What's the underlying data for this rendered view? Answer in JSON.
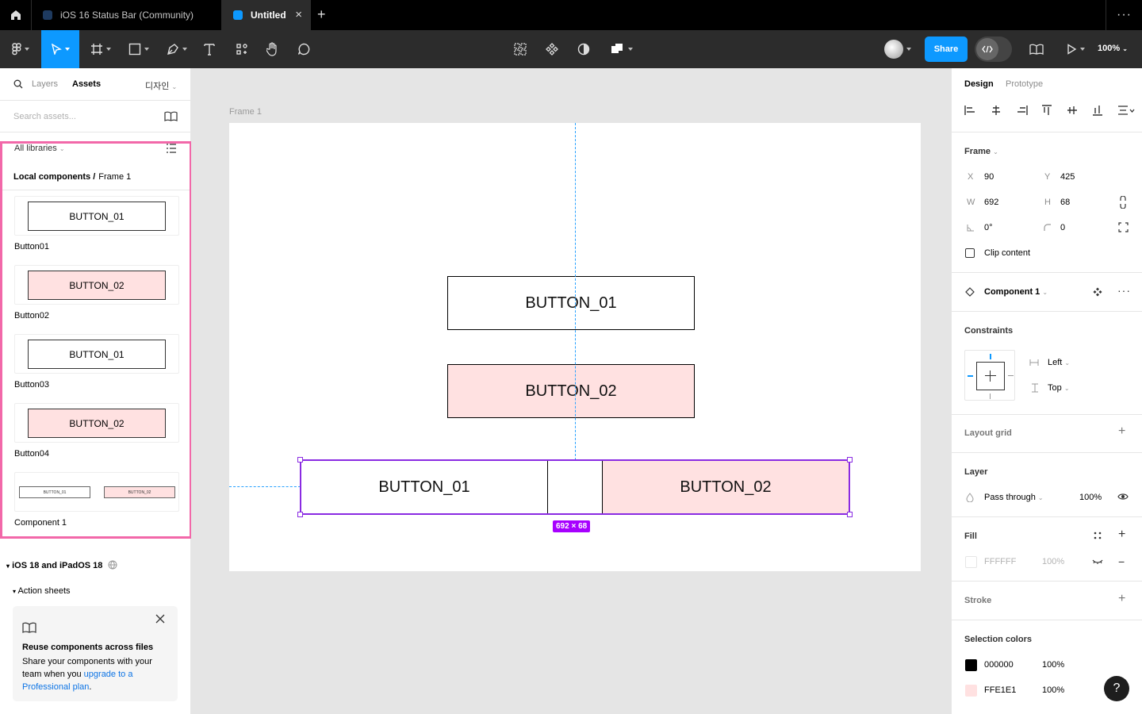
{
  "tabs": [
    {
      "label": "iOS 16 Status Bar (Community)",
      "active": false
    },
    {
      "label": "Untitled",
      "active": true
    }
  ],
  "toolbar": {
    "share_label": "Share",
    "zoom": "100%"
  },
  "left_panel": {
    "tab_layers": "Layers",
    "tab_assets": "Assets",
    "design_mode": "디자인",
    "search_placeholder": "Search assets...",
    "libraries_filter": "All libraries",
    "section_title": "Local components /",
    "section_path": "Frame 1",
    "components": [
      {
        "name": "Button01",
        "preview": "BUTTON_01",
        "color": "#ffffff"
      },
      {
        "name": "Button02",
        "preview": "BUTTON_02",
        "color": "#ffe1e1"
      },
      {
        "name": "Button03",
        "preview": "BUTTON_01",
        "color": "#ffffff"
      },
      {
        "name": "Button04",
        "preview": "BUTTON_02",
        "color": "#ffe1e1"
      }
    ],
    "component1": {
      "name": "Component 1",
      "mini_a": "BUTTON_01",
      "mini_b": "BUTTON_02"
    },
    "library_section": "iOS 18 and iPadOS 18",
    "library_subsection": "Action sheets",
    "promo": {
      "title": "Reuse components across files",
      "body": "Share your components with your team when you",
      "link": "upgrade to a Professional plan",
      "tail": "."
    }
  },
  "canvas": {
    "frame_label": "Frame 1",
    "button_01": "BUTTON_01",
    "button_02": "BUTTON_02",
    "selection_size": "692 × 68"
  },
  "right_panel": {
    "tab_design": "Design",
    "tab_prototype": "Prototype",
    "frame_heading": "Frame",
    "x_label": "X",
    "x_value": "90",
    "y_label": "Y",
    "y_value": "425",
    "w_label": "W",
    "w_value": "692",
    "h_label": "H",
    "h_value": "68",
    "rotation": "0°",
    "radius": "0",
    "clip_content": "Clip content",
    "component_name": "Component 1",
    "constraints_heading": "Constraints",
    "constraint_h": "Left",
    "constraint_v": "Top",
    "layout_grid": "Layout grid",
    "layer_heading": "Layer",
    "blend_mode": "Pass through",
    "layer_opacity": "100%",
    "fill_heading": "Fill",
    "fill_hex": "FFFFFF",
    "fill_opacity": "100%",
    "stroke_heading": "Stroke",
    "selection_colors_heading": "Selection colors",
    "selection_colors": [
      {
        "hex": "000000",
        "opacity": "100%",
        "color": "#000000"
      },
      {
        "hex": "FFE1E1",
        "opacity": "100%",
        "color": "#ffe1e1"
      }
    ],
    "help": "?"
  },
  "colors": {
    "accent": "#0d99ff",
    "highlight": "#f268a9",
    "selection": "#8a2be2",
    "pink": "#ffe1e1"
  }
}
